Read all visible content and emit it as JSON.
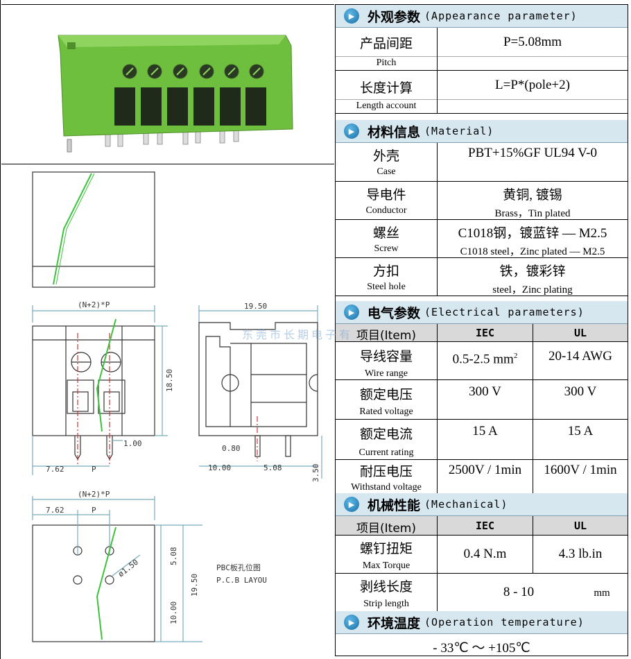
{
  "appearance": {
    "title_cn": "外观参数",
    "title_en": "(Appearance parameter)",
    "rows": [
      {
        "cn": "产品间距",
        "en": "Pitch",
        "value": "P=5.08mm"
      },
      {
        "cn": "长度计算",
        "en": "Length account",
        "value": "L=P*(pole+2)"
      }
    ]
  },
  "material": {
    "title_cn": "材料信息",
    "title_en": "(Material)",
    "rows": [
      {
        "cn": "外壳",
        "en": "Case",
        "value_cn": "PBT+15%GF UL94 V-0",
        "value_en": ""
      },
      {
        "cn": "导电件",
        "en": "Conductor",
        "value_cn": "黄铜, 镀锡",
        "value_en": "Brass，Tin plated"
      },
      {
        "cn": "螺丝",
        "en": "Screw",
        "value_cn": "C1018钢，镀蓝锌 — M2.5",
        "value_en": "C1018 steel，Zinc plated — M2.5"
      },
      {
        "cn": "方扣",
        "en": "Steel hole",
        "value_cn": "铁，镀彩锌",
        "value_en": "steel，Zinc plating"
      }
    ]
  },
  "electrical": {
    "title_cn": "电气参数",
    "title_en": "(Electrical parameters)",
    "header": {
      "item": "项目(Item)",
      "iec": "IEC",
      "ul": "UL"
    },
    "watermark": "东莞市长期电子有",
    "rows": [
      {
        "cn": "导线容量",
        "en": "Wire range",
        "iec": "0.5-2.5 mm",
        "iec_sup": "2",
        "ul": "20-14  AWG"
      },
      {
        "cn": "额定电压",
        "en": "Rated voltage",
        "iec": "300 V",
        "ul": "300 V"
      },
      {
        "cn": "额定电流",
        "en": "Current rating",
        "iec": "15 A",
        "ul": "15  A"
      },
      {
        "cn": "耐压电压",
        "en": "Withstand voltage",
        "iec": "2500V / 1min",
        "ul": "1600V / 1min"
      }
    ]
  },
  "mechanical": {
    "title_cn": "机械性能",
    "title_en": "(Mechanical)",
    "header": {
      "item": "项目(Item)",
      "iec": "IEC",
      "ul": "UL"
    },
    "rows": [
      {
        "cn": "螺钉扭矩",
        "en": "Max Torque",
        "iec": "0.4  N.m",
        "ul": "4.3 lb.in"
      },
      {
        "cn": "剥线长度",
        "en": "Strip length",
        "value": "8  -  10",
        "unit": "mm"
      }
    ]
  },
  "temperature": {
    "title_cn": "环境温度",
    "title_en": "(Operation temperature)",
    "value": "- 33℃  ～  +105℃"
  },
  "drawing": {
    "front_width_label": "(N+2)*P",
    "side_width": "19.50",
    "height": "18.50",
    "pin_pitch": "1.00",
    "pin_thickness": "0.80",
    "offset_762": "7.62",
    "pitch_p": "P",
    "offset_10": "10.00",
    "pin_508": "5.08",
    "pin_350": "3.50",
    "pcb_width_label": "(N+2)*P",
    "pcb_762": "7.62",
    "pcb_p": "P",
    "hole_dia": "ø1.50",
    "pcb_508": "5.08",
    "pcb_10": "10.00",
    "pcb_1950": "19.50",
    "pcb_title_cn": "PBC板孔位图",
    "pcb_title_en": "P.C.B LAYOU"
  },
  "colors": {
    "header_bg": "#d6e7f0",
    "gray_row": "#d9d9d9",
    "product_green": "#6fbf3f",
    "wire_green": "#3cc23c"
  }
}
